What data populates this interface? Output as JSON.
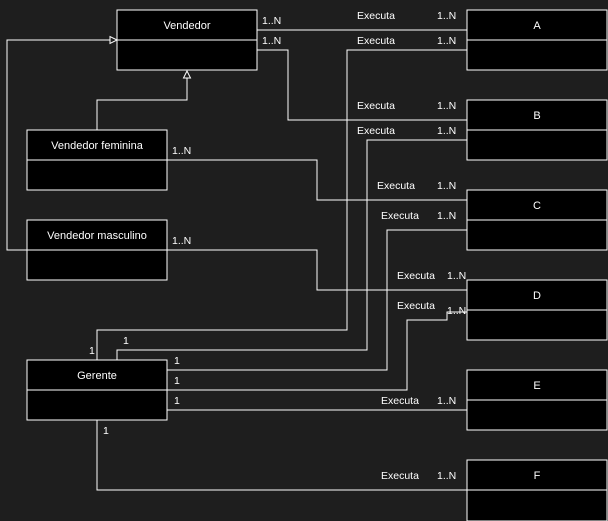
{
  "diagram": {
    "classes": {
      "vendedor": "Vendedor",
      "vendedor_feminina": "Vendedor feminina",
      "vendedor_masculino": "Vendedor masculino",
      "gerente": "Gerente",
      "a": "A",
      "b": "B",
      "c": "C",
      "d": "D",
      "e": "E",
      "f": "F"
    },
    "association_label": "Executa",
    "multiplicity_many": "1..N",
    "multiplicity_one": "1"
  },
  "colors": {
    "background": "#1e1e1e",
    "box_fill": "#000000",
    "stroke": "#ffffff",
    "text": "#ffffff"
  }
}
